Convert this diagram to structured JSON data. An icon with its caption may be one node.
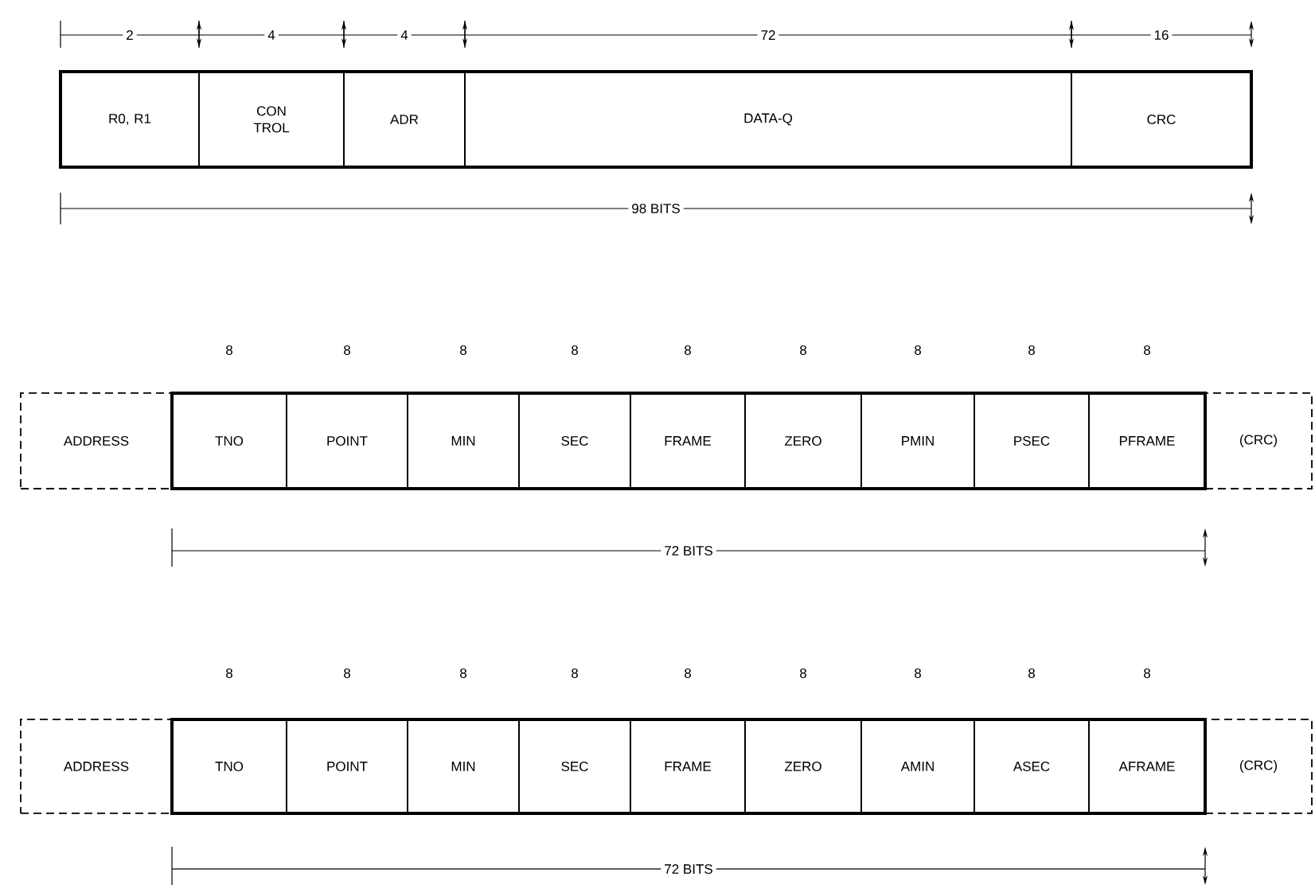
{
  "diagram": {
    "nodes": [
      {
        "text": [
          "R0, R1"
        ]
      },
      {
        "text": [
          "CON TROL"
        ]
      },
      {
        "text": [
          "ADR"
        ]
      },
      {
        "text": [
          "DATA-Q"
        ]
      },
      {
        "text": [
          "CRC"
        ]
      },
      {
        "text": [
          "ADDRESS"
        ]
      },
      {
        "text": [
          "TNO"
        ]
      },
      {
        "text": [
          "POINT"
        ]
      },
      {
        "text": [
          "MIN"
        ]
      },
      {
        "text": [
          "SEC"
        ]
      },
      {
        "text": [
          "FRAME"
        ]
      },
      {
        "text": [
          "ZERO"
        ]
      },
      {
        "text": [
          "PMIN"
        ]
      },
      {
        "text": [
          "PSEC"
        ]
      },
      {
        "text": [
          "PFRAME"
        ]
      },
      {
        "text": [
          "(CRC)"
        ]
      },
      {
        "text": [
          "ADDRESS"
        ]
      },
      {
        "text": [
          "TNO"
        ]
      },
      {
        "text": [
          "POINT"
        ]
      },
      {
        "text": [
          "MIN"
        ]
      },
      {
        "text": [
          "SEC"
        ]
      },
      {
        "text": [
          "FRAME"
        ]
      },
      {
        "text": [
          "ZERO"
        ]
      },
      {
        "text": [
          "AMIN"
        ]
      },
      {
        "text": [
          "ASEC"
        ]
      },
      {
        "text": [
          "AFRAME"
        ]
      },
      {
        "text": [
          "(CRC)"
        ]
      }
    ],
    "labels": [
      "2",
      "4",
      "4",
      "72",
      "16",
      "98 BITS",
      "8",
      "8",
      "8",
      "8",
      "8",
      "8",
      "8",
      "8",
      "8",
      "72 BITS",
      "8",
      "8",
      "8",
      "8",
      "8",
      "8",
      "8",
      "8",
      "8",
      "72 BITS"
    ]
  }
}
